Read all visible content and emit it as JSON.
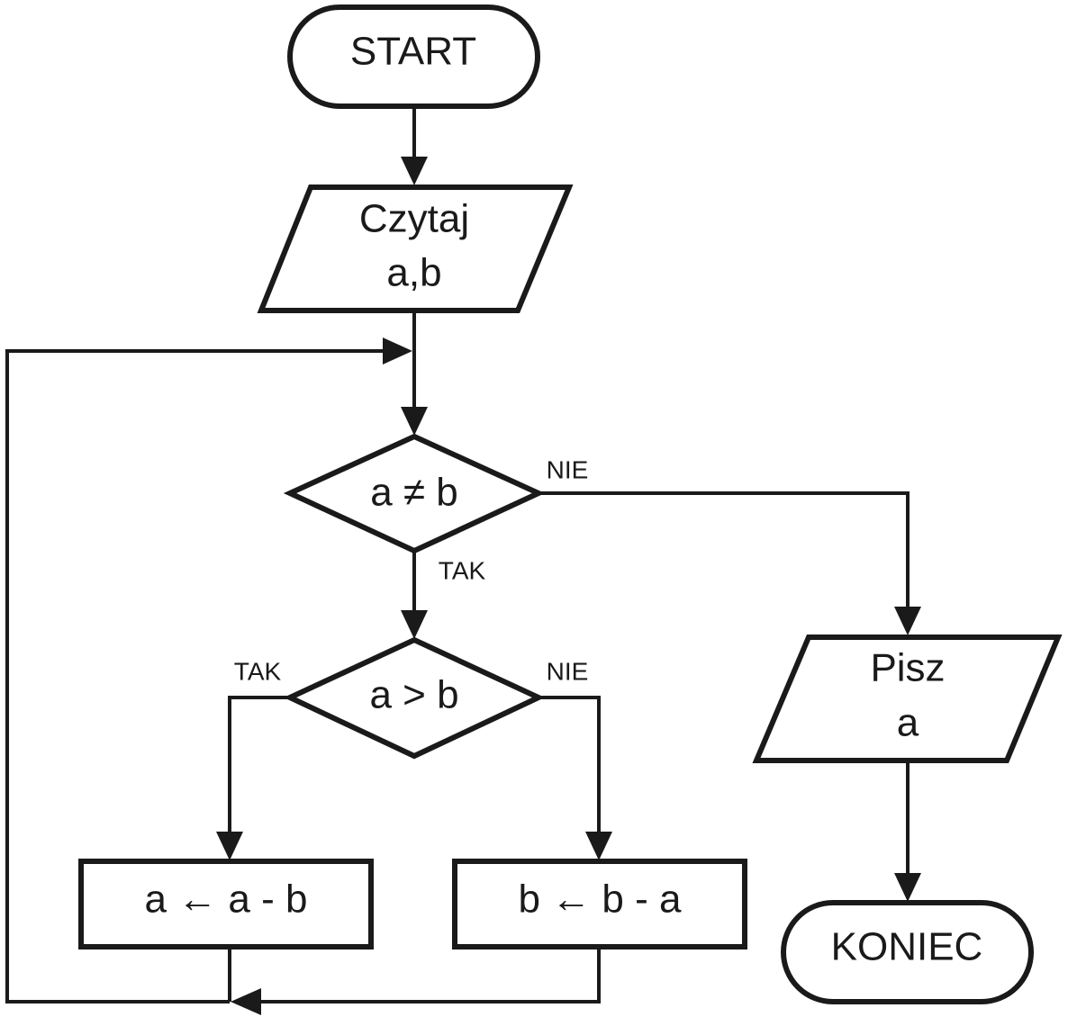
{
  "nodes": {
    "start": {
      "label": "START"
    },
    "read": {
      "line1": "Czytaj",
      "line2": "a,b"
    },
    "cond_neq": {
      "label": "a ≠ b"
    },
    "cond_gt": {
      "label": "a > b"
    },
    "assign_a": {
      "label": "a ← a - b"
    },
    "assign_b": {
      "label": "b ← b - a"
    },
    "write": {
      "line1": "Pisz",
      "line2": "a"
    },
    "end": {
      "label": "KONIEC"
    }
  },
  "edges": {
    "neq_no": "NIE",
    "neq_yes": "TAK",
    "gt_yes": "TAK",
    "gt_no": "NIE"
  }
}
